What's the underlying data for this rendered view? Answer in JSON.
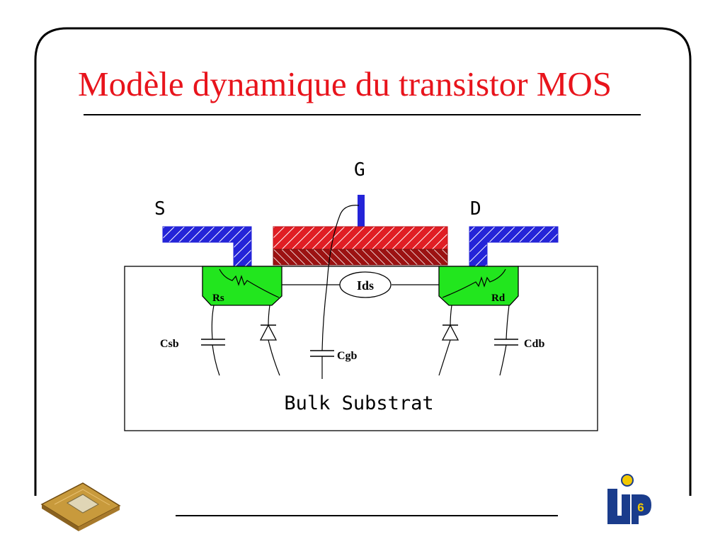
{
  "slide": {
    "title": "Modèle dynamique du transistor MOS"
  },
  "diagram": {
    "terminals": {
      "source": "S",
      "gate": "G",
      "drain": "D"
    },
    "current_source": "Ids",
    "resistors": {
      "source": "Rs",
      "drain": "Rd"
    },
    "capacitors": {
      "source_bulk": "Csb",
      "gate_bulk": "Cgb",
      "drain_bulk": "Cdb"
    },
    "substrate_label": "Bulk Substrat"
  },
  "colors": {
    "title": "#e8141c",
    "metal": "#2424d8",
    "gate_poly": "#e01e24",
    "gate_oxide": "#9c1212",
    "diffusion": "#22e61e",
    "frame": "#000000"
  },
  "logos": {
    "left": "chip-logo",
    "right": "LIP6"
  }
}
